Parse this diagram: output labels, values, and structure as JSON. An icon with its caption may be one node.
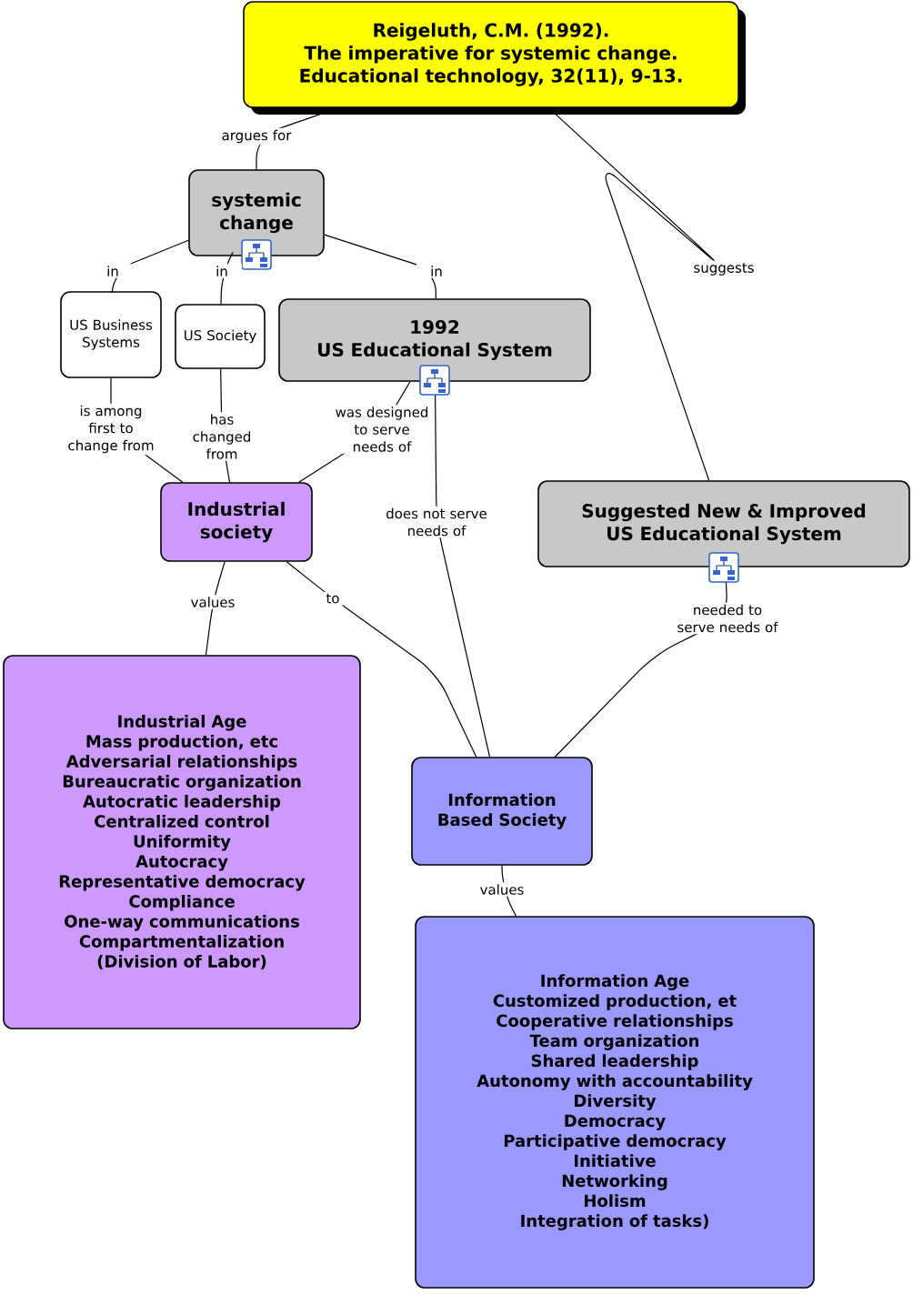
{
  "diagram": {
    "nodes": [
      {
        "text": [
          "Reigeluth, C.M. (1992).",
          "The imperative for systemic change.",
          "Educational technology, 32(11), 9-13."
        ]
      },
      {
        "text": [
          "systemic change"
        ]
      },
      {
        "text": [
          "US Business Systems"
        ]
      },
      {
        "text": [
          "US Society"
        ]
      },
      {
        "text": [
          "1992",
          "US Educational System"
        ]
      },
      {
        "text": [
          "Suggested New & Improved US Educational System"
        ]
      },
      {
        "text": [
          "Industrial society"
        ]
      },
      {
        "text": [
          "Industrial Age",
          "Mass production, etc",
          "Adversarial relationships",
          "Bureaucratic organization",
          "Autocratic leadership",
          "Centralized control",
          "Uniformity",
          "Autocracy",
          "Representative democracy",
          "Compliance",
          "One-way communications",
          "Compartmentalization",
          "(Division of Labor)"
        ]
      },
      {
        "text": [
          "Information Based Society"
        ]
      },
      {
        "text": [
          "Information Age",
          "Customized production, et",
          "Cooperative relationships",
          "Team organization",
          "Shared leadership",
          "Autonomy with accountability",
          "Diversity",
          "Democracy",
          "Participative democracy",
          "Initiative",
          "Networking",
          "Holism",
          "Integration of tasks)"
        ]
      }
    ],
    "edges": [
      {
        "from": 0,
        "to": 1,
        "arrow": "none",
        "label": "argues for"
      },
      {
        "from": 1,
        "to": 2,
        "arrow": "none",
        "label": "in"
      },
      {
        "from": 1,
        "to": 3,
        "arrow": "none",
        "label": "in"
      },
      {
        "from": 1,
        "to": 4,
        "arrow": "none",
        "label": "in"
      },
      {
        "from": 0,
        "to": 5,
        "arrow": "none",
        "label": "suggests"
      },
      {
        "from": 2,
        "to": 6,
        "arrow": "none",
        "label": "is among first to change from"
      },
      {
        "from": 3,
        "to": 6,
        "arrow": "none",
        "label": "has changed from"
      },
      {
        "from": 4,
        "to": 6,
        "arrow": "none",
        "label": "was designed to serve needs of"
      },
      {
        "from": 4,
        "to": 8,
        "arrow": "none",
        "label": "does not serve needs of"
      },
      {
        "from": 5,
        "to": 8,
        "arrow": "none",
        "label": "needed to serve needs of"
      },
      {
        "from": 6,
        "to": 8,
        "arrow": "none",
        "label": "to"
      },
      {
        "from": 6,
        "to": 7,
        "arrow": "none",
        "label": "values"
      },
      {
        "from": 8,
        "to": 9,
        "arrow": "none",
        "label": "values"
      }
    ]
  }
}
